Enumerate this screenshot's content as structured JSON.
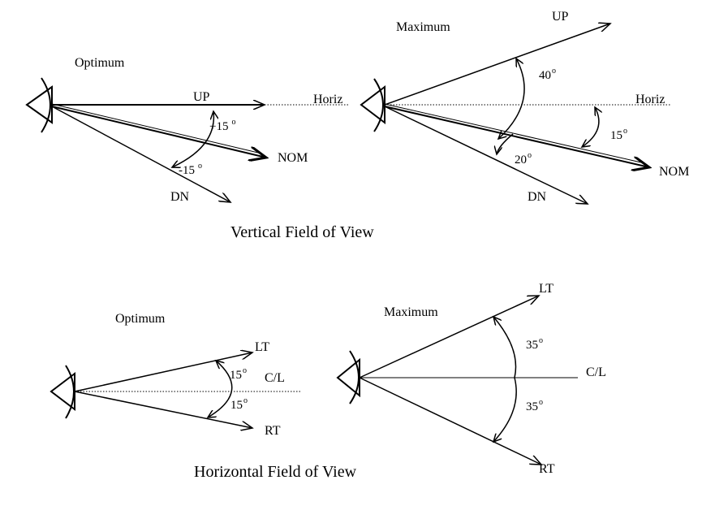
{
  "vertical": {
    "title": "Vertical Field of View",
    "optimum": {
      "label": "Optimum",
      "up": "UP",
      "horiz": "Horiz",
      "nom": "NOM",
      "dn": "DN",
      "up_angle": "+15",
      "dn_angle": "-15",
      "deg_mark": "o"
    },
    "maximum": {
      "label": "Maximum",
      "up": "UP",
      "horiz": "Horiz",
      "nom": "NOM",
      "dn": "DN",
      "up_angle": "40",
      "nom_angle": "15",
      "dn_angle": "20",
      "deg_mark": "o"
    }
  },
  "horizontal": {
    "title": "Horizontal Field of View",
    "optimum": {
      "label": "Optimum",
      "lt": "LT",
      "cl": "C/L",
      "rt": "RT",
      "lt_angle": "15",
      "rt_angle": "15",
      "deg_mark": "o"
    },
    "maximum": {
      "label": "Maximum",
      "lt": "LT",
      "cl": "C/L",
      "rt": "RT",
      "lt_angle": "35",
      "rt_angle": "35",
      "deg_mark": "o"
    }
  }
}
